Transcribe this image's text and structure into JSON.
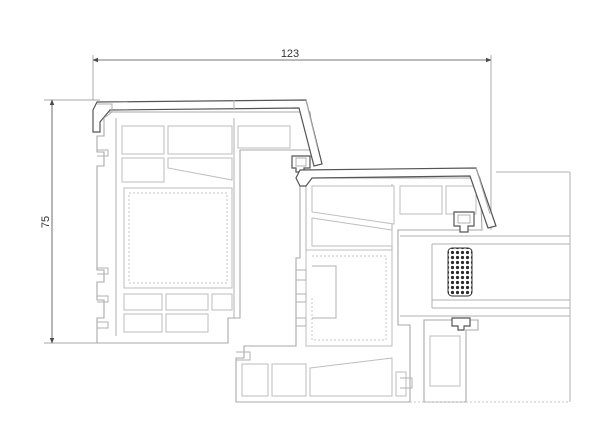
{
  "dimensions": {
    "width_label": "123",
    "height_label": "75"
  },
  "colors": {
    "profile_stroke": "#a8a8a8",
    "cover_stroke": "#555555",
    "dimension_line": "#4a4a4a"
  },
  "icons": [
    "arrowhead",
    "foam-insulation-pattern"
  ]
}
